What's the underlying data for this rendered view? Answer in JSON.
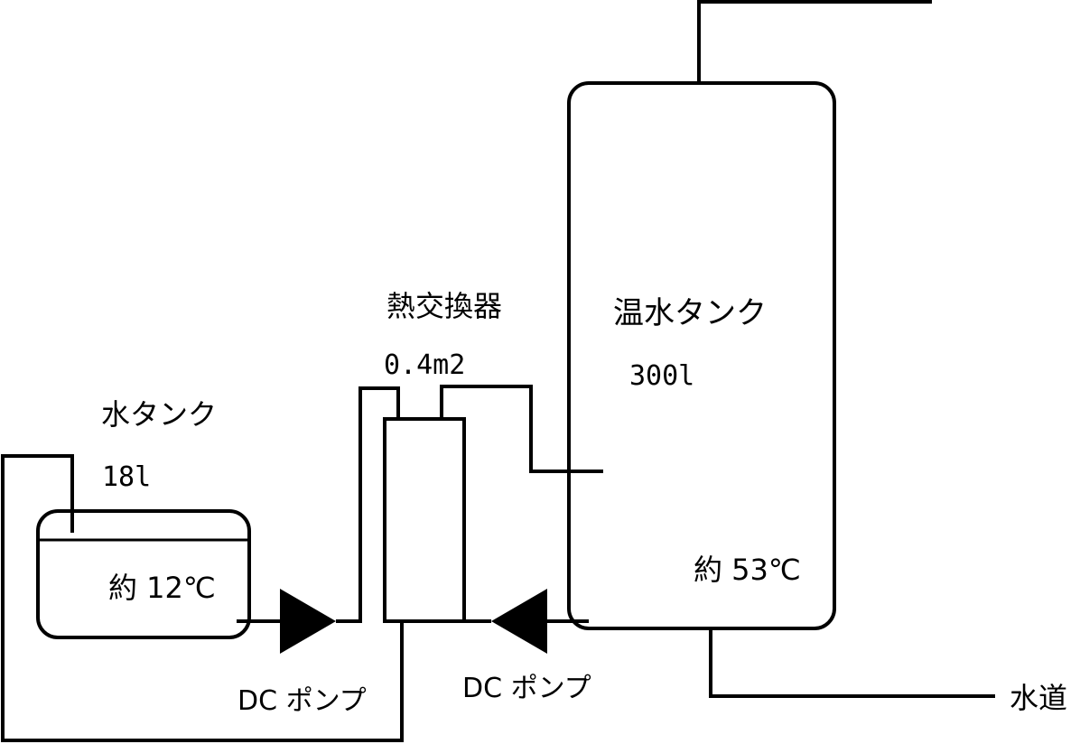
{
  "labels": {
    "water_tank": "水タンク",
    "water_tank_volume": "18l",
    "water_tank_temp": "約 12℃",
    "heat_exchanger": "熱交換器",
    "heat_exchanger_area": "0.4m2",
    "hot_tank": "温水タンク",
    "hot_tank_volume": "300l",
    "hot_tank_temp": "約 53℃",
    "pump_left": "DC ポンプ",
    "pump_right": "DC ポンプ",
    "tap_water": "水道"
  }
}
